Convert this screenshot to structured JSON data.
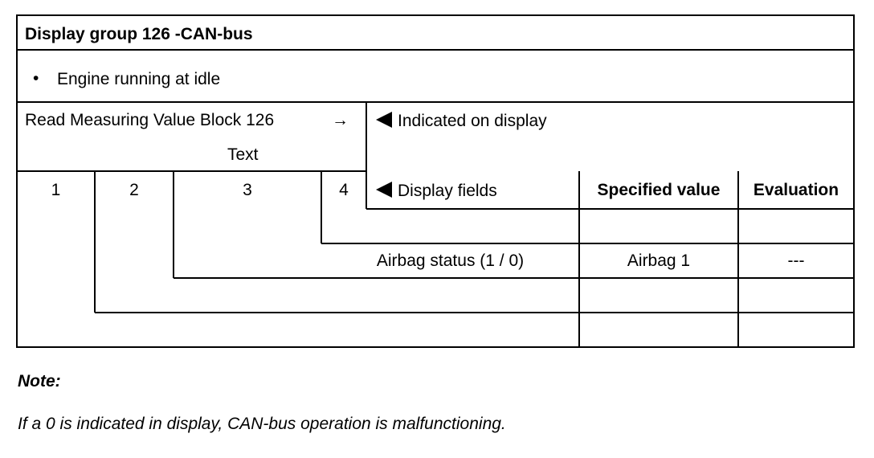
{
  "header": {
    "title": "Display group 126 -CAN-bus"
  },
  "condition": {
    "bullet": "•",
    "text": "Engine running at idle"
  },
  "read_block": {
    "label": "Read Measuring Value Block 126",
    "arrow": "→",
    "text_label": "Text"
  },
  "display": {
    "indicated": "Indicated on display",
    "fields": "Display fields"
  },
  "columns": {
    "numbers": [
      "1",
      "2",
      "3",
      "4"
    ],
    "specified_value": "Specified value",
    "evaluation": "Evaluation"
  },
  "rows": [
    {
      "field": "",
      "specified": "",
      "evaluation": ""
    },
    {
      "field": "Airbag status (1 / 0)",
      "specified": "Airbag 1",
      "evaluation": "---"
    },
    {
      "field": "",
      "specified": "",
      "evaluation": ""
    },
    {
      "field": "",
      "specified": "",
      "evaluation": ""
    }
  ],
  "note": {
    "heading": "Note:",
    "text": "If a 0 is indicated in display, CAN-bus operation is malfunctioning."
  }
}
